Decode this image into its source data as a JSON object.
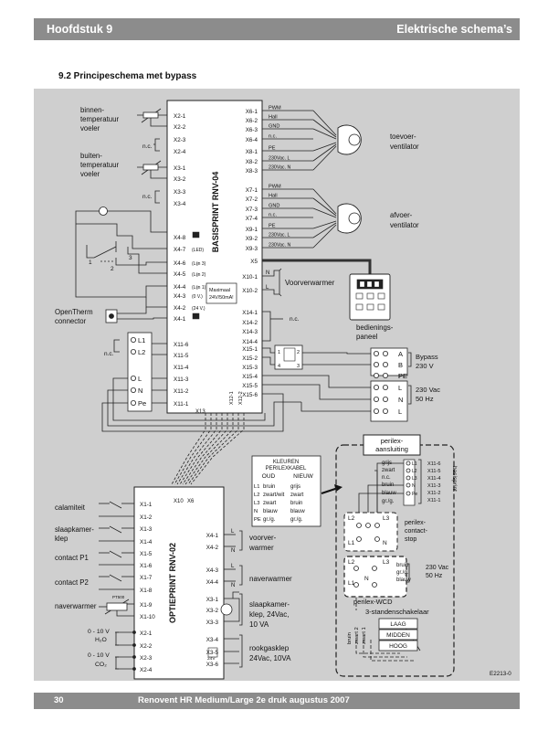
{
  "header": {
    "chapter": "Hoofdstuk 9",
    "title": "Elektrische schema’s"
  },
  "section_title": "9.2 Principeschema met bypass",
  "footer": {
    "page": "30",
    "text": "Renovent HR Medium/Large   2e druk augustus 2007"
  },
  "drawing_ref": "E2213-0",
  "basisprint": {
    "title": "BASISPRINT RNV-04",
    "left_terminals": [
      "X2-1",
      "X2-2",
      "X2-3",
      "X2-4",
      "X3-1",
      "X3-2",
      "X3-3",
      "X3-4",
      "X4-8",
      "X4-7",
      "X4-6",
      "X4-5",
      "X4-4",
      "X4-3",
      "X4-2",
      "X4-1",
      "X11-6",
      "X11-5",
      "X11-4",
      "X11-3",
      "X11-2",
      "X11-1"
    ],
    "right_terminals": [
      "X6-1",
      "X6-2",
      "X6-3",
      "X6-4",
      "X8-1",
      "X8-2",
      "X8-3",
      "X7-1",
      "X7-2",
      "X7-3",
      "X7-4",
      "X9-1",
      "X9-2",
      "X9-3",
      "X5",
      "X10-1",
      "X10-2",
      "X14-1",
      "X14-2",
      "X14-3",
      "X14-4",
      "X15-1",
      "X15-2",
      "X15-3",
      "X15-4",
      "X15-5",
      "X15-6"
    ],
    "inner_labels": [
      "(LED)",
      "(Lijn 3)",
      "(Lijn 2)",
      "(Lijn 1)",
      "(0 V.)",
      "(24 V.)"
    ],
    "max_label": [
      "Maximaal",
      "24V/50mA!"
    ],
    "bottom_labels": [
      "X13",
      "X12-1",
      "X12-2"
    ]
  },
  "sensors": {
    "binnen": [
      "binnen-",
      "temperatuur",
      "voeler"
    ],
    "buiten": [
      "buiten-",
      "temperatuur",
      "voeler"
    ],
    "nc": "n.c."
  },
  "switch_numbers": [
    "1",
    "2",
    "3"
  ],
  "opentherm": [
    "OpenTherm",
    "connector"
  ],
  "mains_terminals": [
    "L1",
    "L2",
    "L",
    "N",
    "Pe"
  ],
  "fan_signals": [
    "PWM",
    "Hall",
    "GND",
    "n.c.",
    "PE",
    "230Vac.  L",
    "230Vac.  N"
  ],
  "toevoer": [
    "toevoer-",
    "ventilator"
  ],
  "afvoer": [
    "afvoer-",
    "ventilator"
  ],
  "voorverwarmer": {
    "N": "N",
    "L": "L",
    "label": "Voorverwarmer"
  },
  "bedieningspaneel": [
    "bedienings-",
    "paneel"
  ],
  "bypass_box": {
    "labels": [
      "1",
      "2",
      "3",
      "4"
    ],
    "text": [
      "Bypass",
      "230 V"
    ],
    "terms": [
      "A",
      "B",
      "PE"
    ]
  },
  "mains_box": {
    "terms": [
      "PE",
      "L",
      "N",
      "L"
    ],
    "text": [
      "230 Vac",
      "50 Hz"
    ]
  },
  "kleuren": {
    "title": [
      "KLEUREN",
      "PERILEXKABEL"
    ],
    "headers": [
      "OUD",
      "NIEUW"
    ],
    "rows": [
      [
        "L1",
        "bruin",
        "grijs"
      ],
      [
        "L2",
        "zwart/wit",
        "zwart"
      ],
      [
        "L3",
        "zwart",
        "bruin"
      ],
      [
        "N",
        "blauw",
        "blauw"
      ],
      [
        "PE",
        "gr./g.",
        "gr./g."
      ]
    ]
  },
  "perilex": {
    "aansluiting": [
      "perilex-",
      "aansluiting"
    ],
    "basisprint_v": "basisprint",
    "right_terms": [
      "X11-6",
      "X11-5",
      "X11-4",
      "X11-3",
      "X11-2",
      "X11-1"
    ],
    "wires": [
      "grijs",
      "zwart",
      "n.c.",
      "bruin",
      "blauw",
      "gr./g."
    ],
    "plug_terms": [
      "L1",
      "L2",
      "L3",
      "N",
      "Pe"
    ],
    "contactstop": [
      "perilex-",
      "contact-",
      "stop"
    ],
    "stop_labels": [
      "L2",
      "L3",
      "L1",
      "N"
    ],
    "wcd_wires": [
      "bruin",
      "gr./g.",
      "blauw"
    ],
    "wcd_terms": [
      "L2",
      "L3",
      "N",
      "L1"
    ],
    "wcd_label": "perilex-WCD",
    "wcd_supply": [
      "230 Vac",
      "50 Hz"
    ],
    "switch_title": "3-standenschakelaar",
    "switch_positions": [
      "LAAG",
      "MIDDEN",
      "HOOG"
    ],
    "switch_wires": [
      "bruin",
      "zwart 2",
      "zwart 1"
    ]
  },
  "optieprint": {
    "title": "OPTIEPRINT RNV-02",
    "left_terminals": [
      "X1-1",
      "X1-2",
      "X1-3",
      "X1-4",
      "X1-5",
      "X1-6",
      "X1-7",
      "X1-8",
      "X1-9",
      "X1-10",
      "X2-1",
      "X2-2",
      "X2-3",
      "X2-4"
    ],
    "right_terminals": [
      "X4-1",
      "X4-2",
      "X4-3",
      "X4-4",
      "X3-1",
      "X3-2",
      "X3-3",
      "X3-4",
      "X3-5",
      "X3-6"
    ],
    "top_labels": [
      "X10",
      "X6"
    ],
    "inputs": [
      "calamiteit",
      "slaapkamer-",
      "klep",
      "contact P1",
      "contact P2",
      "naverwarmer"
    ],
    "analog": [
      "0 - 10 V",
      "H₂O",
      "0 - 10 V",
      "CO₂"
    ],
    "ptc": "PT500",
    "right_nl": [
      "L",
      "N",
      "L",
      "N"
    ],
    "voorverwarmer": [
      "voorver-",
      "warmer"
    ],
    "naverwarmer": "naverwarmer",
    "slaapkamerklep": [
      "slaapkamer-",
      "klep, 24Vac,",
      "10 VA"
    ],
    "rookgasklep": [
      "rookgasklep",
      "24Vac, 10VA"
    ],
    "v24": "24V"
  }
}
